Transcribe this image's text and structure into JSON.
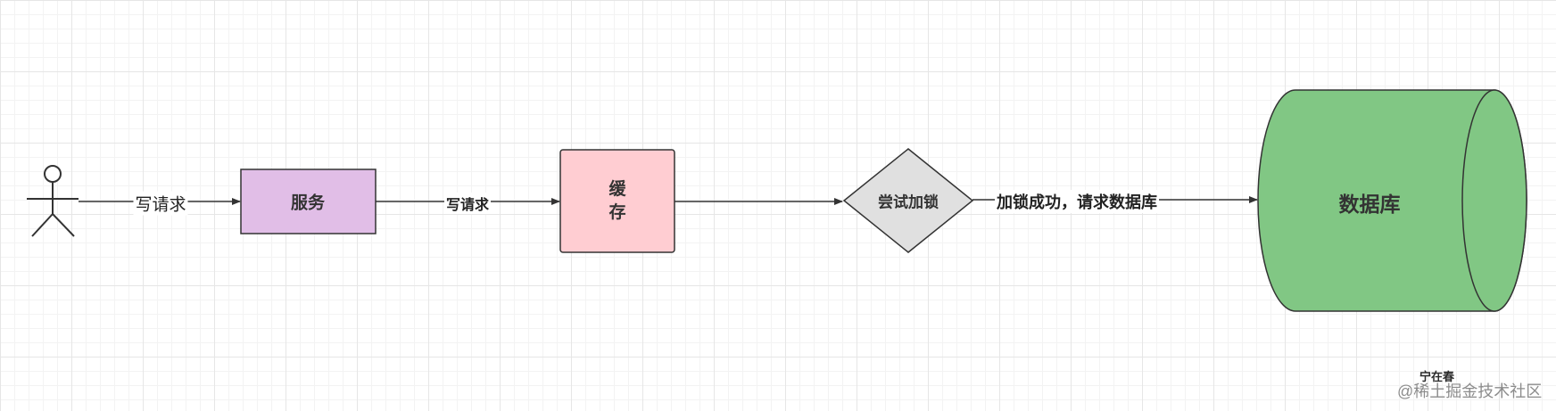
{
  "nodes": {
    "service": "服务",
    "cache": "缓存",
    "decision": "尝试加锁",
    "database": "数据库"
  },
  "edges": {
    "actor_to_service": "写请求",
    "service_to_cache": "写请求",
    "decision_to_database": "加锁成功，请求数据库"
  },
  "watermark": {
    "author": "宁在春",
    "site": "@稀土掘金技术社区"
  },
  "colors": {
    "service_fill": "#e1bee7",
    "cache_fill": "#ffcdd2",
    "decision_fill": "#e0e0e0",
    "database_fill": "#81c784",
    "stroke": "#333333"
  }
}
